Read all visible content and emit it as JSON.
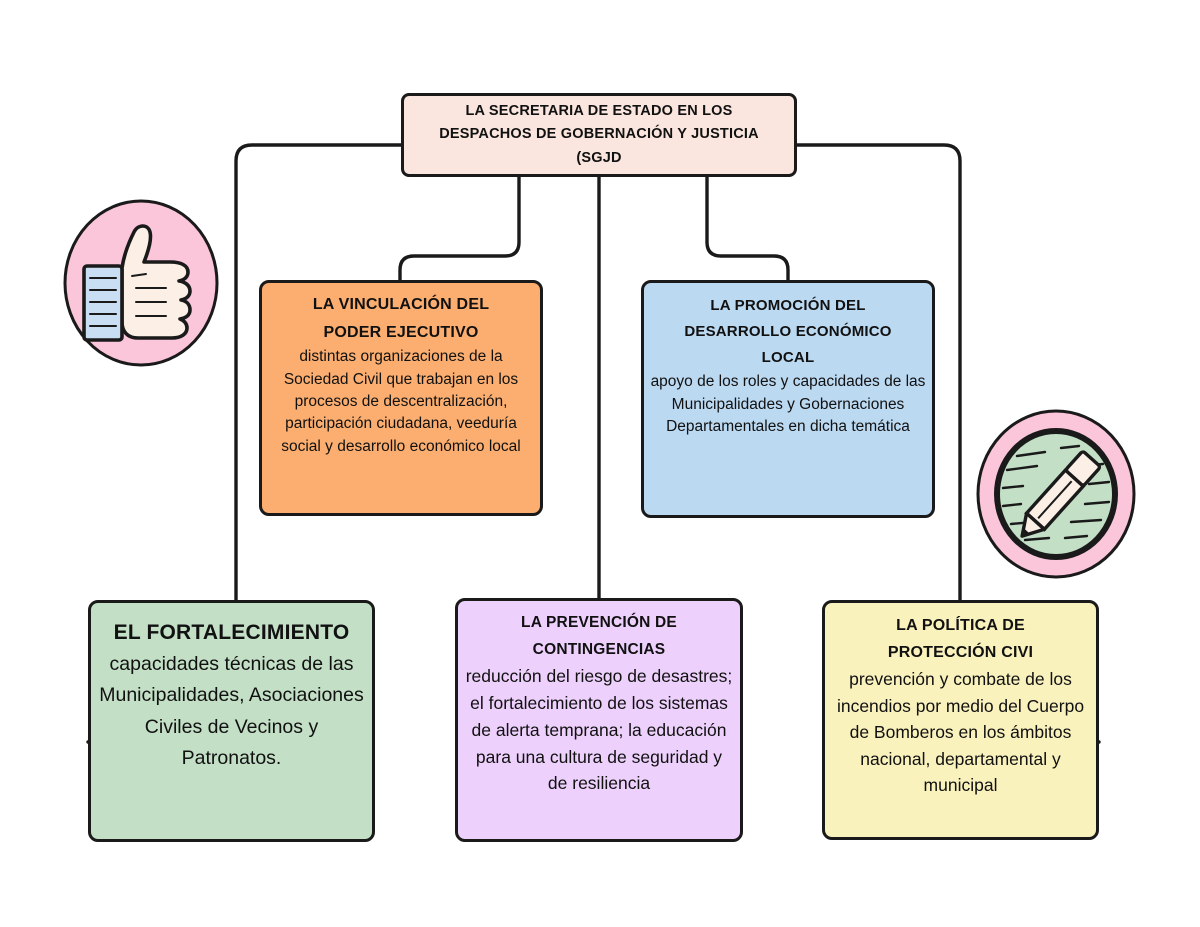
{
  "diagram": {
    "title": "Organigrama SGJD",
    "type": "hierarchy-flowchart",
    "colors": {
      "root_fill": "#FAE6DE",
      "orange_fill": "#FBAE6F",
      "blue_fill": "#BCD9F2",
      "green_fill": "#C3DFC6",
      "purple_fill": "#EDD0FB",
      "yellow_fill": "#FAF2BD",
      "badge_pink": "#FBC5DA",
      "badge_green": "#C3DFC6",
      "stroke": "#1a1a1a",
      "background": "#FFFFFF"
    }
  },
  "root": {
    "line1": "LA SECRETARIA DE ESTADO EN LOS",
    "line2": "DESPACHOS DE GOBERNACIÓN Y JUSTICIA",
    "line3": "(SGJD"
  },
  "nodes": {
    "vinculacion": {
      "title_line1": "LA VINCULACIÓN DEL",
      "title_line2": "PODER EJECUTIVO",
      "body": "distintas organizaciones de la Sociedad Civil que trabajan en los procesos de descentralización, participación ciudadana, veeduría social y desarrollo económico local"
    },
    "promocion": {
      "title_line1": "LA PROMOCIÓN DEL",
      "title_line2": "DESARROLLO ECONÓMICO",
      "title_line3": "LOCAL",
      "body": "apoyo de los roles y capacidades de las Municipalidades y Gobernaciones Departamentales en dicha temática"
    },
    "fortalecimiento": {
      "title_line1": "EL FORTALECIMIENTO",
      "body": "capacidades técnicas de las Municipalidades, Asociaciones Civiles de Vecinos y Patronatos."
    },
    "prevencion": {
      "title_line1": "LA PREVENCIÓN DE",
      "title_line2": "CONTINGENCIAS",
      "body": "reducción del riesgo de desastres; el fortalecimiento de los sistemas de alerta temprana; la educación para una cultura de seguridad y de resiliencia"
    },
    "proteccion": {
      "title_line1": "LA POLÍTICA DE",
      "title_line2": "PROTECCIÓN CIVI",
      "body": "prevención y combate de los incendios por medio del Cuerpo de Bomberos en los ámbitos nacional, departamental y municipal"
    }
  },
  "badges": {
    "thumbs_up": "thumbs-up-icon",
    "pencil": "pencil-icon"
  }
}
